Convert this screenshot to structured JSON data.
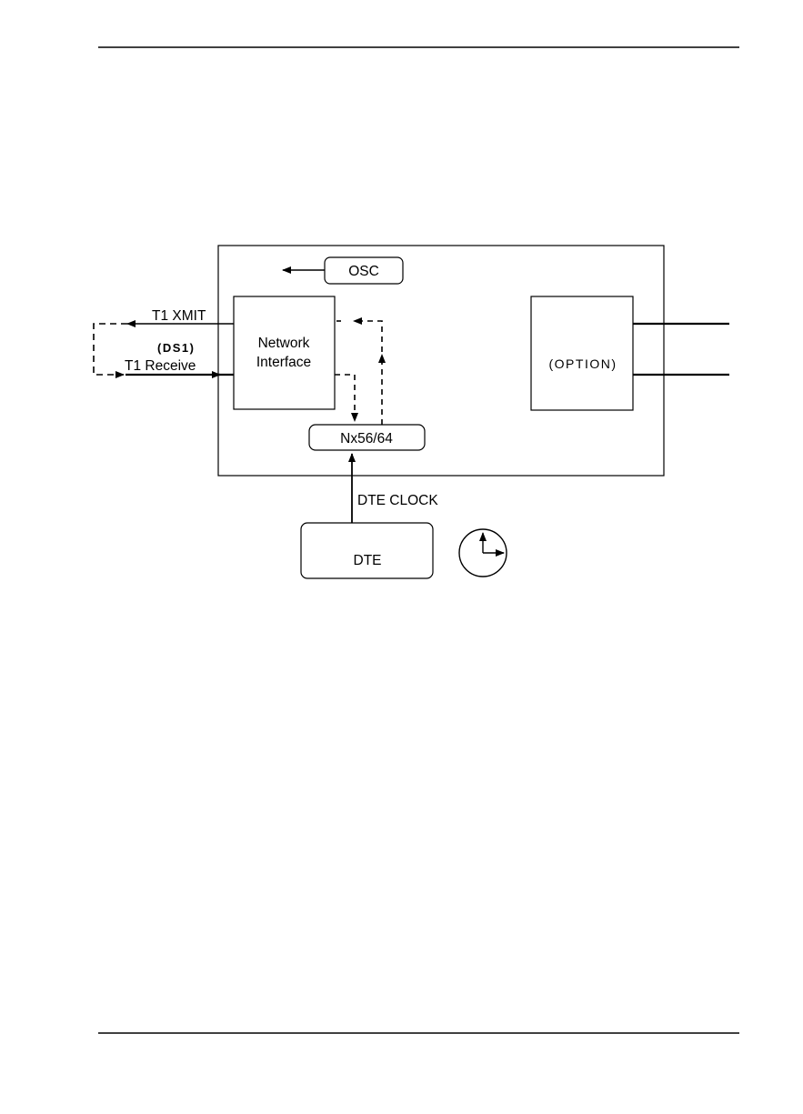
{
  "diagram": {
    "osc_label": "OSC",
    "network_interface_line1": "Network",
    "network_interface_line2": "Interface",
    "option_label": "(OPTION)",
    "nx_label": "Nx56/64",
    "dte_label": "DTE",
    "t1_xmit_label": "T1 XMIT",
    "ds1_label": "(DS1)",
    "t1_receive_label": "T1 Receive",
    "dte_clock_label": "DTE CLOCK"
  },
  "icons": {
    "clock": "clock-icon"
  }
}
